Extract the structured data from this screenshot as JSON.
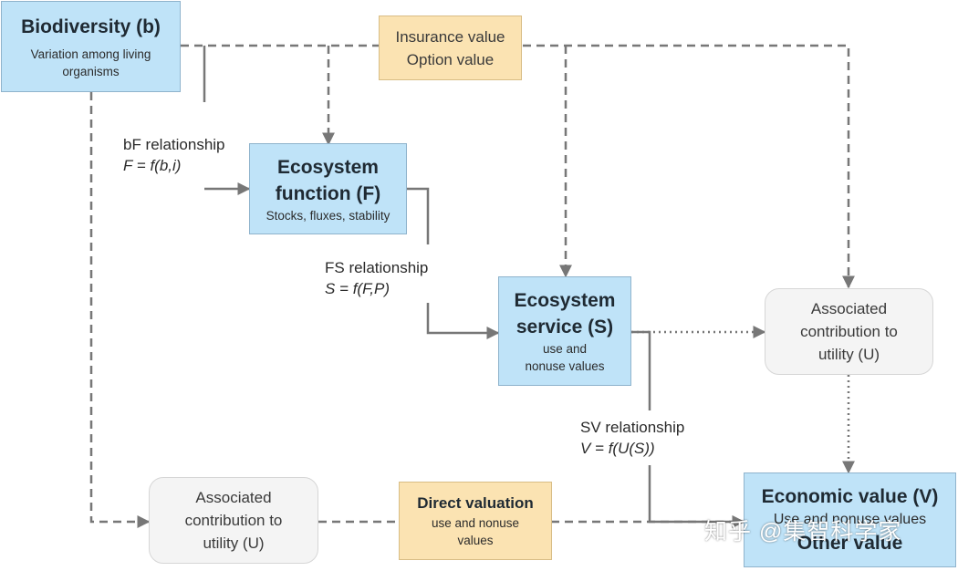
{
  "biodiversity": {
    "title": "Biodiversity (b)",
    "subtitle": "Variation among living organisms"
  },
  "insurance": {
    "line1": "Insurance value",
    "line2": "Option value"
  },
  "ecosystem_function": {
    "title_line1": "Ecosystem",
    "title_line2": "function (F)",
    "subtitle": "Stocks, fluxes, stability"
  },
  "ecosystem_service": {
    "title_line1": "Ecosystem",
    "title_line2": "service (S)",
    "subtitle_line1": "use and",
    "subtitle_line2": "nonuse values"
  },
  "utility_right": {
    "line1": "Associated",
    "line2": "contribution to",
    "line3": "utility (U)"
  },
  "utility_bottom": {
    "line1": "Associated",
    "line2": "contribution to",
    "line3": "utility (U)"
  },
  "direct_valuation": {
    "title": "Direct valuation",
    "subtitle_line1": "use and nonuse",
    "subtitle_line2": "values"
  },
  "economic_value": {
    "title": "Economic value (V)",
    "subtitle": "Use and nonuse values",
    "other": "Other value"
  },
  "relationships": {
    "bf": {
      "label": "bF relationship",
      "formula": "F = f(b,i)"
    },
    "fs": {
      "label": "FS relationship",
      "formula": "S = f(F,P)"
    },
    "sv": {
      "label": "SV relationship",
      "formula": "V = f(U(S))"
    }
  },
  "watermark": "知乎 @集智科学家",
  "colors": {
    "blue_box": "#bfe3f8",
    "tan_box": "#fbe3b2",
    "grey_box": "#f4f4f4",
    "line": "#777777"
  }
}
